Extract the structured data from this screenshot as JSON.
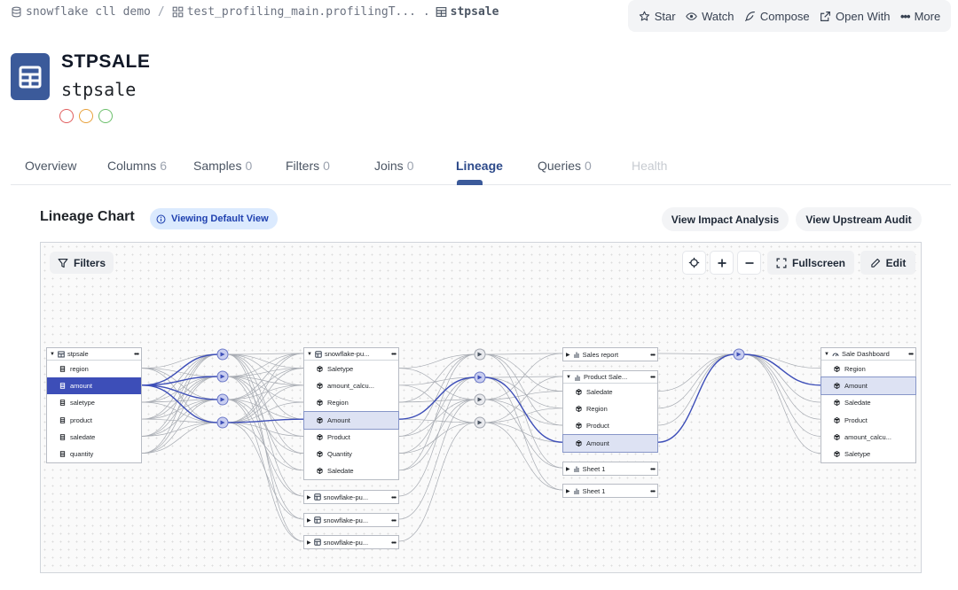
{
  "breadcrumb": {
    "items": [
      "snowflake cll demo",
      "test_profiling_main.profilingT... .",
      "stpsale"
    ]
  },
  "actions": {
    "star": "Star",
    "watch": "Watch",
    "compose": "Compose",
    "open_with": "Open With",
    "more": "More"
  },
  "entity": {
    "title": "STPSALE",
    "subtitle": "stpsale",
    "dot_colors": [
      "#e05d5d",
      "#e8a13a",
      "#6bbf6b"
    ],
    "icon_color": "#3b5a9a"
  },
  "tabs": [
    {
      "label": "Overview",
      "count": ""
    },
    {
      "label": "Columns",
      "count": "6"
    },
    {
      "label": "Samples",
      "count": "0"
    },
    {
      "label": "Filters",
      "count": "0"
    },
    {
      "label": "Joins",
      "count": "0"
    },
    {
      "label": "Lineage",
      "count": ""
    },
    {
      "label": "Queries",
      "count": "0"
    },
    {
      "label": "Health",
      "count": ""
    }
  ],
  "active_tab": "Lineage",
  "lineage": {
    "title": "Lineage Chart",
    "badge": "Viewing Default View",
    "impact_button": "View Impact Analysis",
    "upstream_button": "View Upstream Audit",
    "filters_button": "Filters",
    "fullscreen_button": "Fullscreen",
    "edit_button": "Edit",
    "accent_color": "#3d4eb8"
  },
  "graph": {
    "nodes": [
      {
        "title": "stpsale",
        "icon": "table-icon",
        "expanded": true,
        "rows": [
          "region",
          "amount",
          "saletype",
          "product",
          "saledate",
          "quantity"
        ]
      },
      {
        "title": "snowflake-pu...",
        "icon": "sheet-icon",
        "expanded": true,
        "rows": [
          "Saletype",
          "amount_calcu...",
          "Region",
          "Amount",
          "Product",
          "Quantity",
          "Saledate"
        ]
      },
      {
        "title": "snowflake-pu...",
        "icon": "sheet-icon",
        "expanded": false,
        "rows": []
      },
      {
        "title": "snowflake-pu...",
        "icon": "sheet-icon",
        "expanded": false,
        "rows": []
      },
      {
        "title": "snowflake-pu...",
        "icon": "sheet-icon",
        "expanded": false,
        "rows": []
      },
      {
        "title": "Sales report",
        "icon": "chart-icon",
        "expanded": false,
        "rows": []
      },
      {
        "title": "Product Sale...",
        "icon": "chart-icon",
        "expanded": true,
        "rows": [
          "Saledate",
          "Region",
          "Product",
          "Amount"
        ]
      },
      {
        "title": "Sheet 1",
        "icon": "chart-icon",
        "expanded": false,
        "rows": []
      },
      {
        "title": "Sheet 1",
        "icon": "chart-icon",
        "expanded": false,
        "rows": []
      },
      {
        "title": "Sale Dashboard",
        "icon": "dashboard-icon",
        "expanded": true,
        "rows": [
          "Region",
          "Amount",
          "Saledate",
          "Product",
          "amount_calcu...",
          "Saletype"
        ]
      }
    ],
    "selected": {
      "node": 0,
      "row": "amount"
    },
    "highlighted": [
      {
        "node": 1,
        "row": "Amount"
      },
      {
        "node": 6,
        "row": "Amount"
      },
      {
        "node": 9,
        "row": "Amount"
      }
    ]
  }
}
